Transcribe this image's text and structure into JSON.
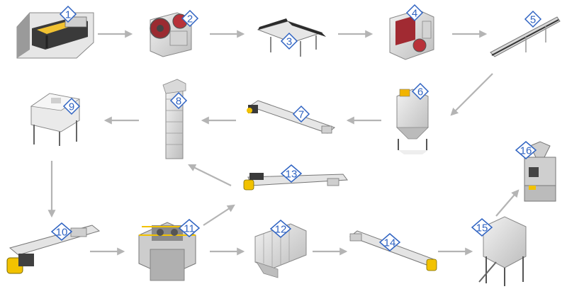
{
  "steps": [
    {
      "label": "1"
    },
    {
      "label": "2"
    },
    {
      "label": "3"
    },
    {
      "label": "4"
    },
    {
      "label": "5"
    },
    {
      "label": "6"
    },
    {
      "label": "7"
    },
    {
      "label": "8"
    },
    {
      "label": "9"
    },
    {
      "label": "10"
    },
    {
      "label": "11"
    },
    {
      "label": "12"
    },
    {
      "label": "13"
    },
    {
      "label": "14"
    },
    {
      "label": "15"
    },
    {
      "label": "16"
    }
  ],
  "colors": {
    "badge_stroke": "#2f63c2",
    "badge_fill": "#ffffff",
    "arrow": "#b4b4b4",
    "machine_light": "#e9e9e9",
    "machine_mid": "#c8c8c8",
    "machine_dark": "#555555",
    "accent_red": "#b8323a",
    "accent_yellow": "#f2c200"
  }
}
